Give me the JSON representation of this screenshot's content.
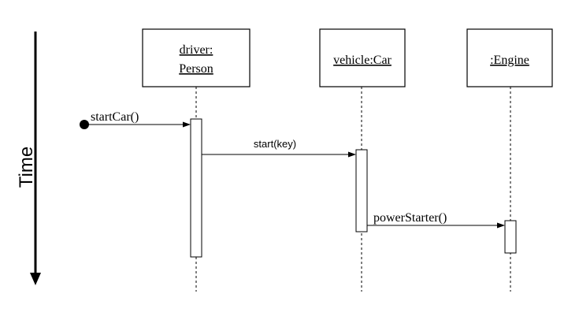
{
  "time_label": "Time",
  "lifelines": [
    {
      "id": "driver",
      "label_lines": [
        "driver:",
        "Person"
      ]
    },
    {
      "id": "vehicle",
      "label_lines": [
        "vehicle:Car"
      ]
    },
    {
      "id": "engine",
      "label_lines": [
        ":Engine"
      ]
    }
  ],
  "messages": [
    {
      "label": "startCar()",
      "from": "found",
      "to": "driver"
    },
    {
      "label": "start(key)",
      "from": "driver",
      "to": "vehicle"
    },
    {
      "label": "powerStarter()",
      "from": "vehicle",
      "to": "engine"
    }
  ]
}
